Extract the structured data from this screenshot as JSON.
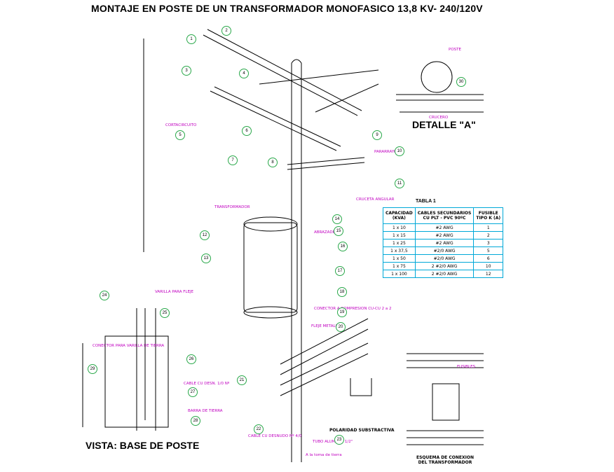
{
  "title": "MONTAJE EN POSTE DE UN TRANSFORMADOR MONOFASICO 13,8 KV- 240/120V",
  "labels": {
    "detalle_a": "DETALLE \"A\"",
    "vista_base": "VISTA: BASE DE POSTE",
    "polaridad": "POLARIDAD SUBSTRACTIVA",
    "esquema": "ESQUEMA DE CONEXION\nDEL TRANSFORMADOR",
    "transformador": "TRANSFORMADOR",
    "abrazadera": "ABRAZADERA",
    "pararrayos": "PARARRAYOS",
    "poste": "POSTE",
    "crucero": "CRUCERO",
    "cortacircuito": "CORTACIRCUITO",
    "fleje_metalico": "FLEJE METALICO",
    "a_la_toma": "A la toma de tierra",
    "cable_cu_desnudo": "CABLE CU DESNUDO Nº 4/0",
    "conector": "CONECTOR A COMPRESION CU-CU 2 a 2",
    "tubo": "TUBO ALUMINIO 1/2\"",
    "varilla": "VARILLA PARA FLEJE",
    "conector_varilla": "CONECTOR PARA VARILLA DE TIERRA",
    "cable_cu": "CABLE CU DESN. 1/0 Nº",
    "barra_tierra": "BARRA DE TIERRA",
    "fusibles": "FUSIBLES",
    "angular": "CRUCETA ANGULAR"
  },
  "table": {
    "title": "TABLA 1",
    "headers": [
      "CAPACIDAD\n(KVA)",
      "CABLES SECUNDARIOS\nCU PLT - PVC 90ºC",
      "FUSIBLE\nTIPO K (A)"
    ],
    "rows": [
      [
        "1 x 10",
        "#2 AWG",
        "1"
      ],
      [
        "1 x 15",
        "#2 AWG",
        "2"
      ],
      [
        "1 x 25",
        "#2 AWG",
        "3"
      ],
      [
        "1 x 37,5",
        "#2/0 AWG",
        "5"
      ],
      [
        "1 x 50",
        "#2/0 AWG",
        "6"
      ],
      [
        "1 x 75",
        "2 #2/0 AWG",
        "10"
      ],
      [
        "1 x 100",
        "2 #2/0 AWG",
        "12"
      ]
    ]
  },
  "bubbles": [
    "1",
    "2",
    "3",
    "4",
    "5",
    "6",
    "7",
    "8",
    "9",
    "10",
    "11",
    "12",
    "13",
    "14",
    "15",
    "16",
    "17",
    "18",
    "19",
    "20",
    "21",
    "22",
    "23",
    "24",
    "25",
    "26",
    "27",
    "28",
    "29",
    "30"
  ]
}
